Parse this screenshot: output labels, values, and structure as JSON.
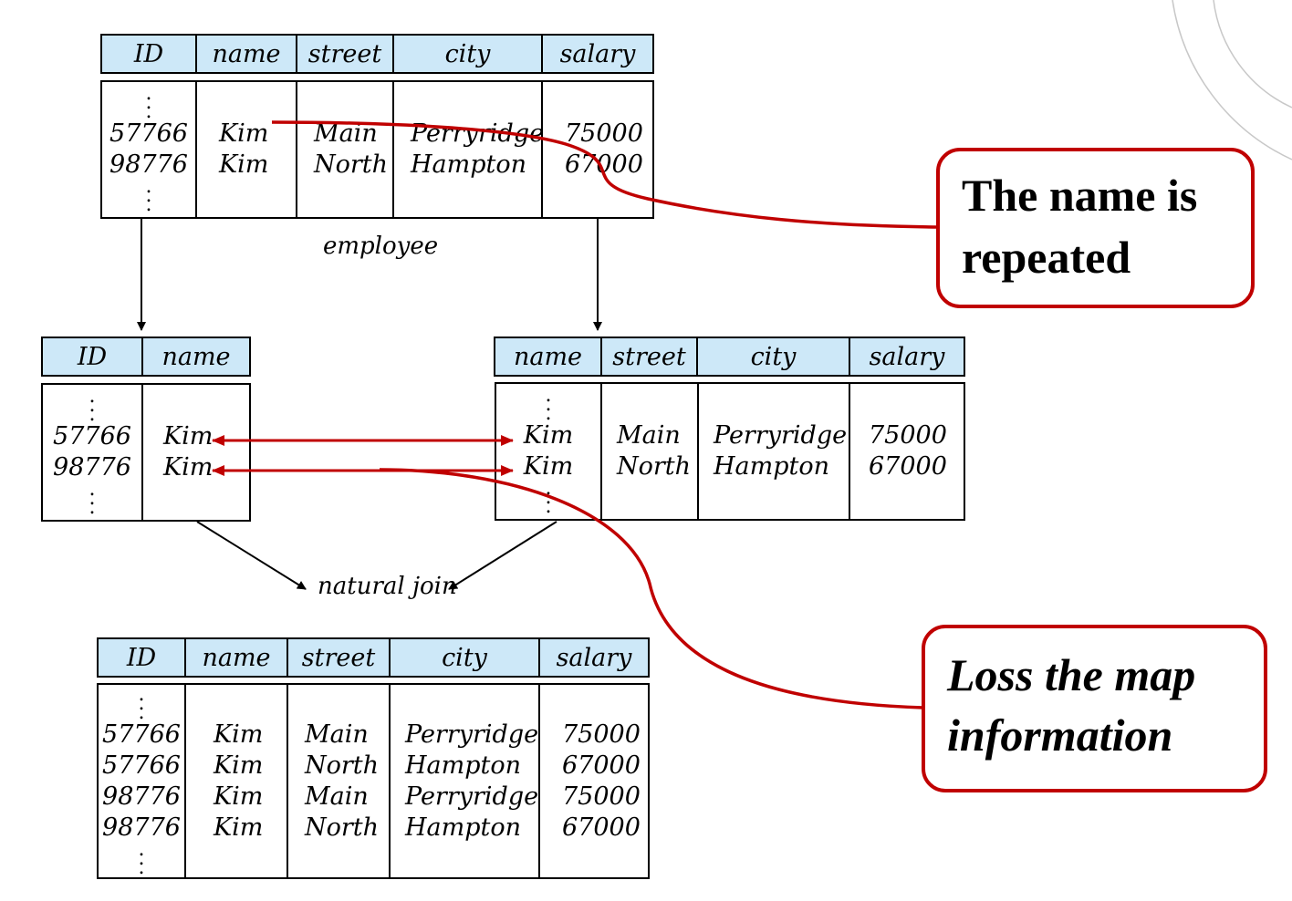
{
  "employee": {
    "headers": [
      "ID",
      "name",
      "street",
      "city",
      "salary"
    ],
    "ids": [
      "57766",
      "98776"
    ],
    "names": [
      "Kim",
      "Kim"
    ],
    "streets": [
      "Main",
      "North"
    ],
    "cities": [
      "Perryridge",
      "Hampton"
    ],
    "salaries": [
      "75000",
      "67000"
    ],
    "label": "employee"
  },
  "left_table": {
    "headers": [
      "ID",
      "name"
    ],
    "ids": [
      "57766",
      "98776"
    ],
    "names": [
      "Kim",
      "Kim"
    ]
  },
  "right_table": {
    "headers": [
      "name",
      "street",
      "city",
      "salary"
    ],
    "names": [
      "Kim",
      "Kim"
    ],
    "streets": [
      "Main",
      "North"
    ],
    "cities": [
      "Perryridge",
      "Hampton"
    ],
    "salaries": [
      "75000",
      "67000"
    ]
  },
  "join_label": "natural join",
  "result": {
    "headers": [
      "ID",
      "name",
      "street",
      "city",
      "salary"
    ],
    "ids": [
      "57766",
      "57766",
      "98776",
      "98776"
    ],
    "names": [
      "Kim",
      "Kim",
      "Kim",
      "Kim"
    ],
    "streets": [
      "Main",
      "North",
      "Main",
      "North"
    ],
    "cities": [
      "Perryridge",
      "Hampton",
      "Perryridge",
      "Hampton"
    ],
    "salaries": [
      "75000",
      "67000",
      "75000",
      "67000"
    ]
  },
  "callouts": {
    "repeated_line1": "The name is",
    "repeated_line2": "repeated",
    "loss_line1": "Loss the map",
    "loss_line2": "information"
  },
  "colors": {
    "header_fill": "#cde8f8",
    "accent_red": "#c00000"
  }
}
